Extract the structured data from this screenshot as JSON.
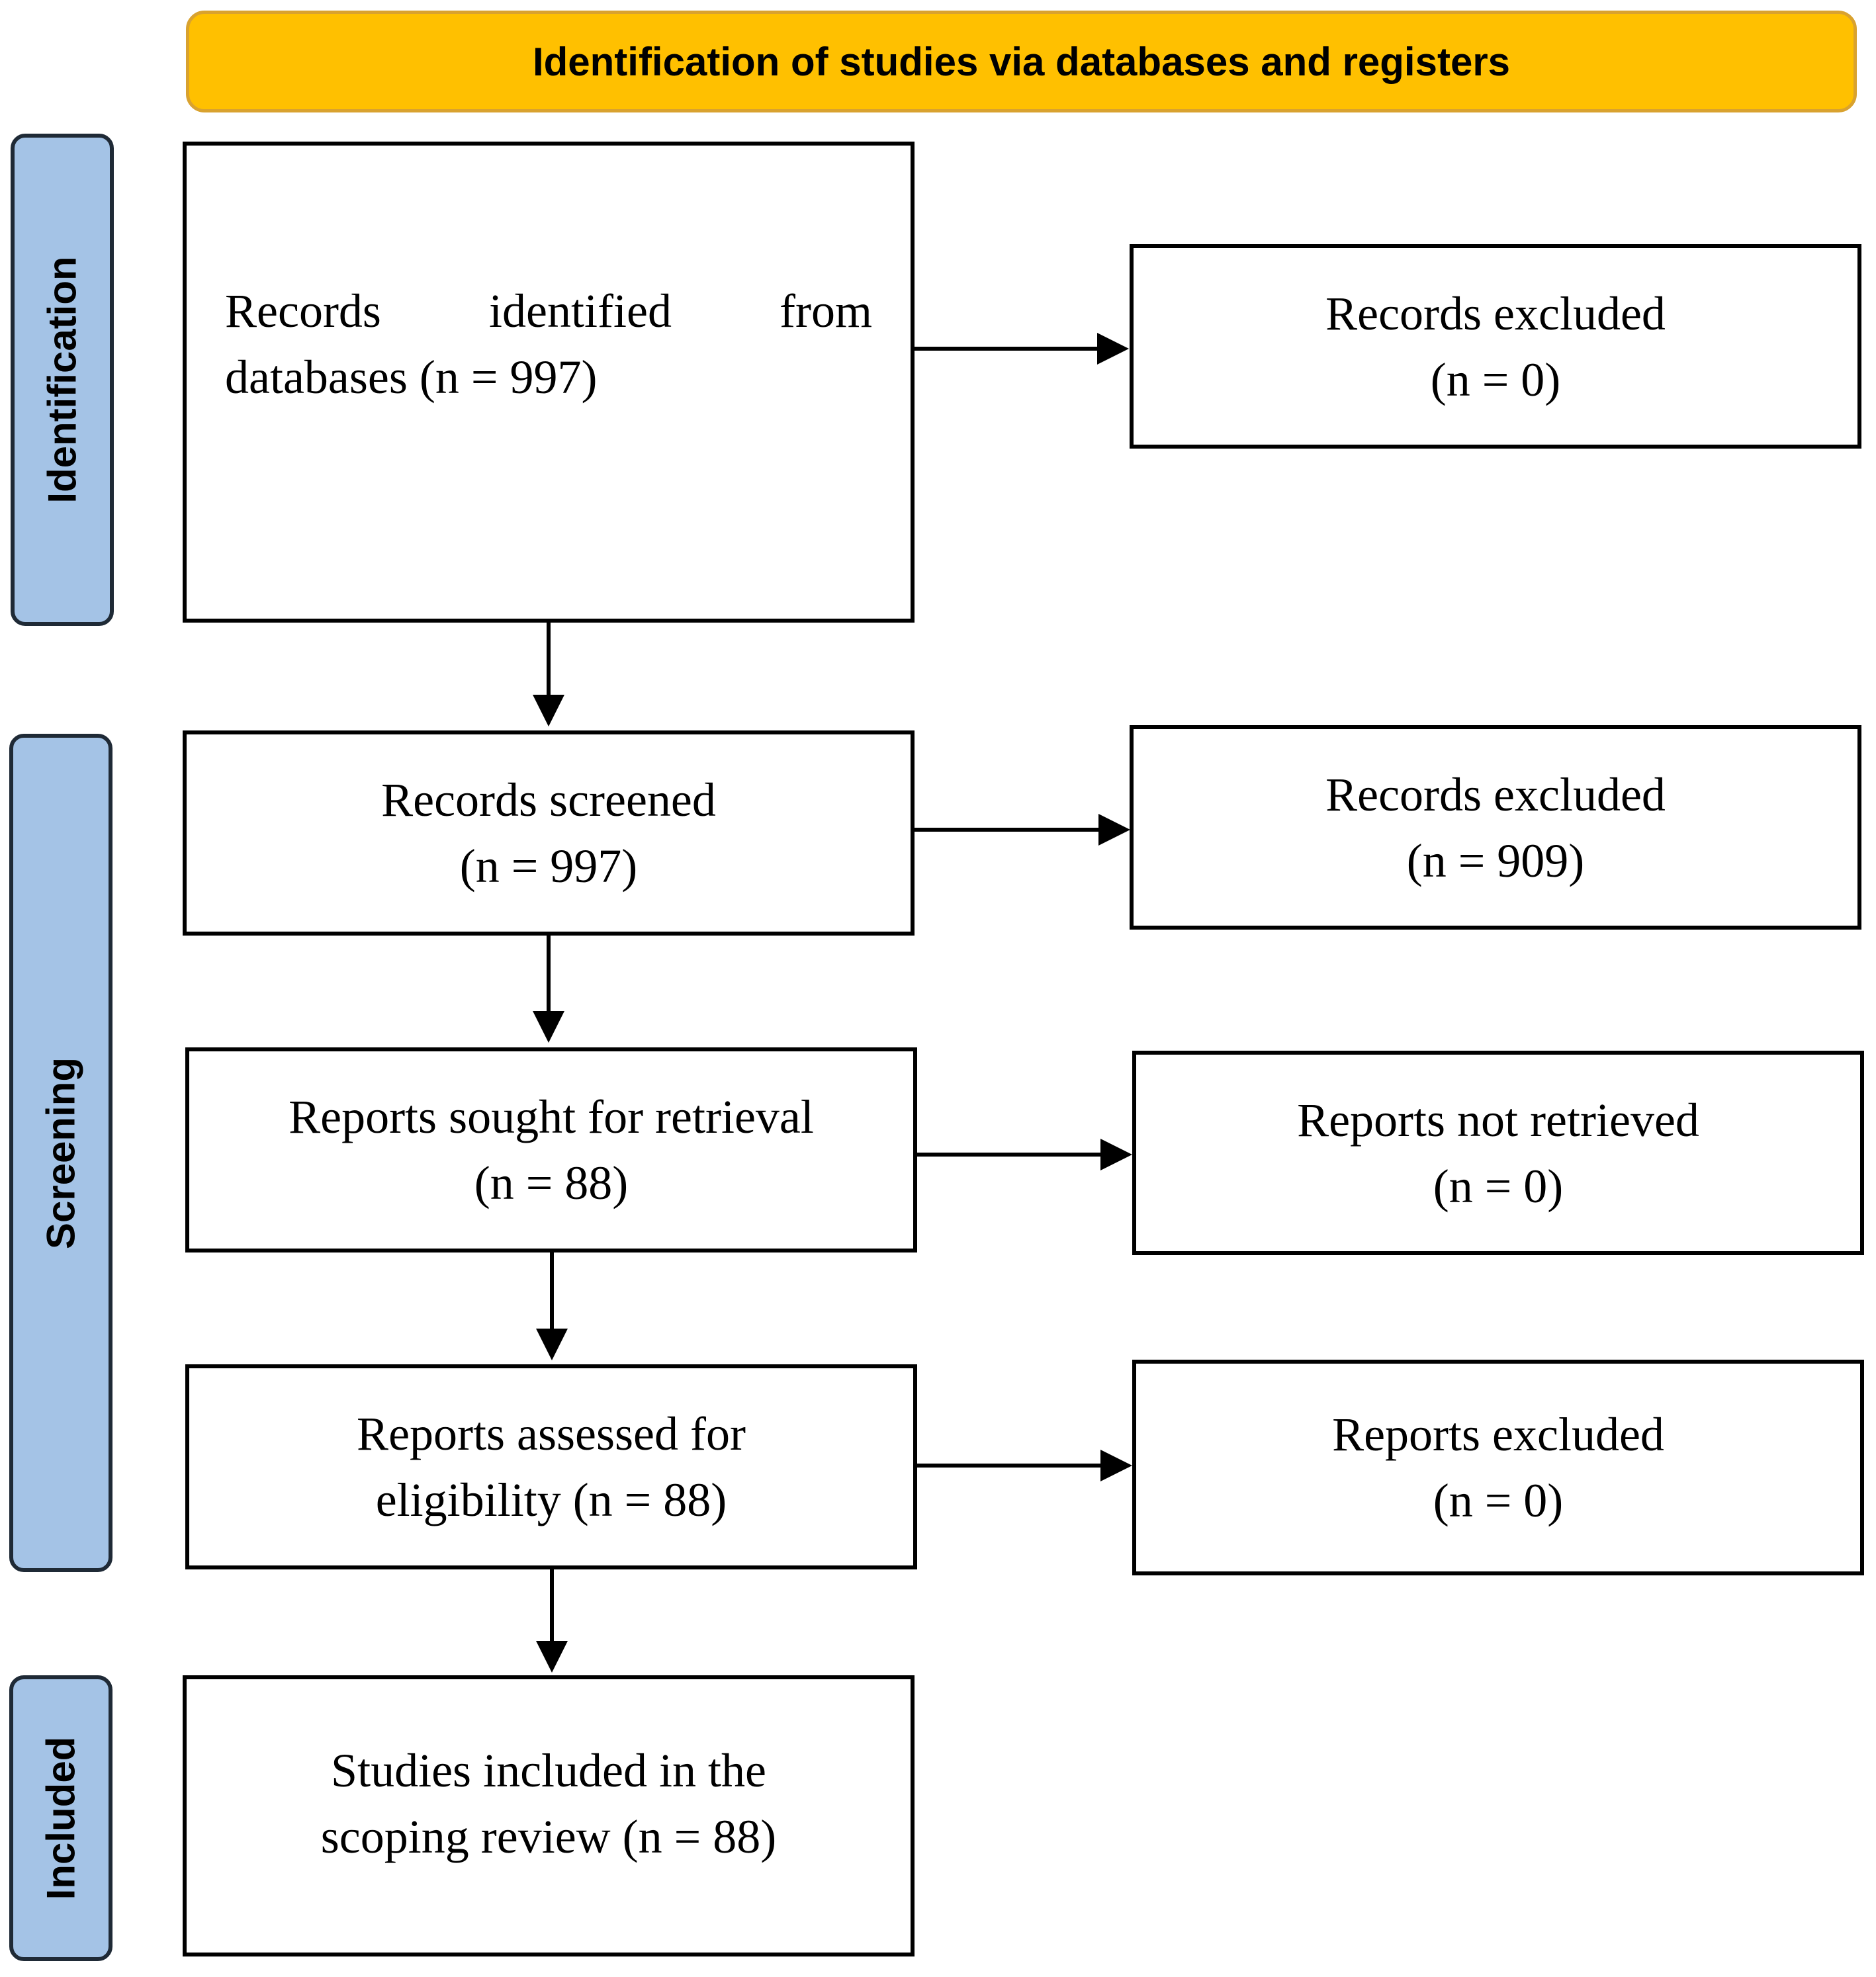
{
  "header": {
    "title": "Identification of studies via databases and registers"
  },
  "stages": {
    "identification": "Identification",
    "screening": "Screening",
    "included": "Included"
  },
  "boxes": {
    "records_identified": {
      "words": [
        "Records",
        "identified",
        "from"
      ],
      "line2": "databases (n = 997)"
    },
    "records_excluded_1": {
      "line1": "Records excluded",
      "line2": "(n = 0)"
    },
    "records_screened": {
      "line1": "Records screened",
      "line2": "(n = 997)"
    },
    "records_excluded_2": {
      "line1": "Records excluded",
      "line2": "(n = 909)"
    },
    "reports_sought": {
      "line1": "Reports sought for retrieval",
      "line2": "(n = 88)"
    },
    "reports_not_retrieved": {
      "line1": "Reports not retrieved",
      "line2": "(n = 0)"
    },
    "reports_assessed": {
      "line1": "Reports assessed for",
      "line2": "eligibility (n = 88)"
    },
    "reports_excluded": {
      "line1": "Reports excluded",
      "line2": "(n = 0)"
    },
    "studies_included": {
      "line1": "Studies included in the",
      "line2": "scoping review (n = 88)"
    }
  },
  "colors": {
    "header_fill": "#FFC000",
    "header_border": "#D9A22F",
    "stage_fill": "#A4C3E6",
    "box_border": "#000000",
    "arrow": "#000000"
  }
}
